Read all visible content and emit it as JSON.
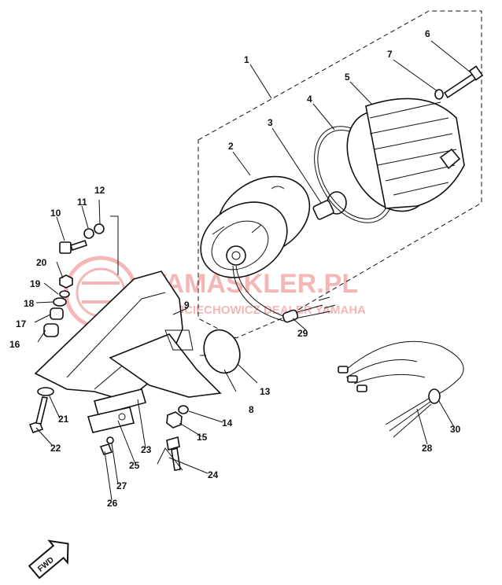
{
  "watermark": {
    "brand": "YAMASKLER.PL",
    "tagline": "WOJCIECHOWICZ DEALER YAMAHA",
    "color": "#e03030"
  },
  "fwd_label": "FWD",
  "callouts": {
    "c1": "1",
    "c2": "2",
    "c3": "3",
    "c4": "4",
    "c5": "5",
    "c6": "6",
    "c7": "7",
    "c8": "8",
    "c9": "9",
    "c10": "10",
    "c11": "11",
    "c12": "12",
    "c13": "13",
    "c14": "14",
    "c15": "15",
    "c16": "16",
    "c17": "17",
    "c18": "18",
    "c19": "19",
    "c20": "20",
    "c21": "21",
    "c22": "22",
    "c23": "23",
    "c24": "24",
    "c25": "25",
    "c26": "26",
    "c27": "27",
    "c28": "28",
    "c29": "29",
    "c30": "30"
  }
}
